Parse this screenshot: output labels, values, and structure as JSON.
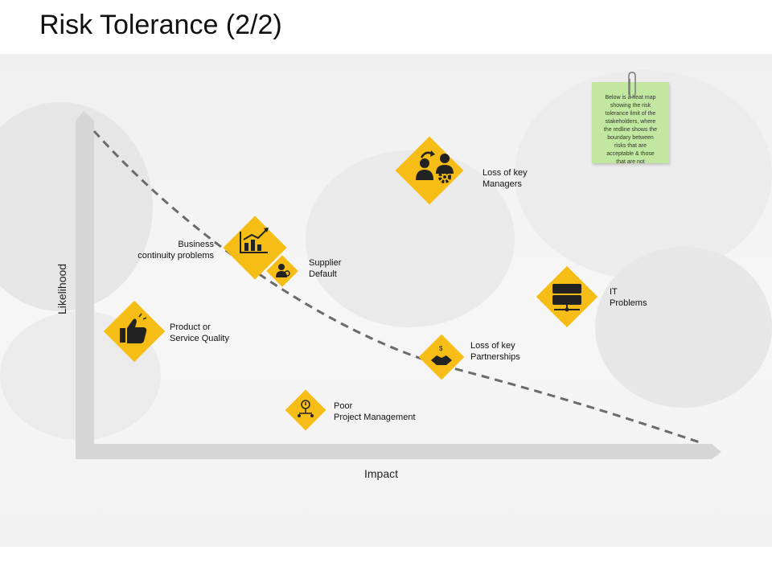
{
  "header": {
    "title": "Risk Tolerance (2/2)"
  },
  "axes": {
    "x_label": "Impact",
    "y_label": "Likelihood"
  },
  "note": {
    "lines": [
      "Below is a heat map",
      "showing the risk",
      "tolerance limit of the",
      "stakeholders, where",
      "the redline shows the",
      "boundary between",
      "risks that are",
      "acceptable & those",
      "that are not"
    ],
    "color": "#c2e7a0"
  },
  "risks": [
    {
      "id": "loss-of-key-managers",
      "lines": [
        "Loss of key",
        "Managers"
      ],
      "icon": "people-gear-icon"
    },
    {
      "id": "business-continuity",
      "lines": [
        "Business",
        "continuity problems"
      ],
      "icon": "growth-chart-icon"
    },
    {
      "id": "supplier-default",
      "lines": [
        "Supplier",
        "Default"
      ],
      "icon": "businessman-icon"
    },
    {
      "id": "it-problems",
      "lines": [
        "IT",
        "Problems"
      ],
      "icon": "server-network-icon"
    },
    {
      "id": "product-quality",
      "lines": [
        "Product or",
        "Service Quality"
      ],
      "icon": "thumbs-up-icon"
    },
    {
      "id": "loss-of-key-partnerships",
      "lines": [
        "Loss of key",
        "Partnerships"
      ],
      "icon": "handshake-icon"
    },
    {
      "id": "poor-project-management",
      "lines": [
        "Poor",
        "Project Management"
      ],
      "icon": "project-alert-icon"
    }
  ],
  "colors": {
    "accent": "#f6bd16",
    "axis": "#d6d6d6",
    "curve": "#6b6b6b"
  }
}
